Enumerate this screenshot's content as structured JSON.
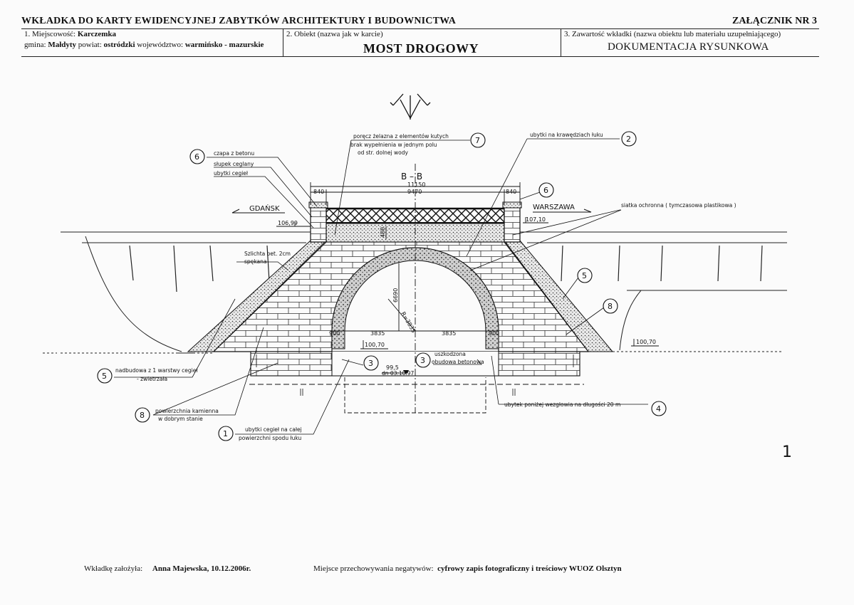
{
  "header": {
    "title": "WKŁADKA DO KARTY EWIDENCYJNEJ ZABYTKÓW ARCHITEKTURY I BUDOWNICTWA",
    "annex": "ZAŁĄCZNIK NR 3",
    "col1_label": "1. Miejscowość:",
    "col1_value": "Karczemka",
    "gmina_label": "gmina:",
    "gmina_value": "Małdyty",
    "powiat_label": "powiat:",
    "powiat_value": "ostródzki",
    "woj_label": "województwo:",
    "woj_value": "warmińsko - mazurskie",
    "col2_label": "2. Obiekt (nazwa jak w karcie)",
    "col2_value": "MOST DROGOWY",
    "col3_label": "3. Zawartość wkładki (nazwa obiektu lub materiału uzupełniającego)",
    "col3_value": "DOKUMENTACJA RYSUNKOWA"
  },
  "drawing": {
    "section": "B – B",
    "dim_total": "11150",
    "dim_inner": "9470",
    "dim_left": "840",
    "dim_right": "840",
    "dim_400": "400",
    "dim_6690": "6690",
    "dim_radius": "R=3835",
    "dim_half_left": "3835",
    "dim_half_right": "3835",
    "dim_900_left": "900",
    "dim_900_right": "900",
    "level_left": "106,99",
    "level_right": "107,10",
    "level_arch": "100,70",
    "level_ground": "100,70",
    "level_water": "99,5",
    "level_bottom": "dn 03.10.97",
    "city_left": "GDAŃSK",
    "city_right": "WARSZAWA",
    "n1": "1",
    "n2": "2",
    "n3a": "3",
    "n3b": "3",
    "n4": "4",
    "n5a": "5",
    "n5b": "5",
    "n6a": "6",
    "n6b": "6",
    "n7": "7",
    "n8a": "8",
    "n8b": "8",
    "note6_1": "czapa  z  betonu",
    "note6_2": "słupek  ceglany",
    "note6_3": "ubytki  cegieł",
    "note7_1": "poręcz żelazna z elementów kutych",
    "note7_2": "brak  wypełnienia  w  jednym  polu",
    "note7_3": "od  str.  dolnej  wody",
    "note2": "ubytki  na  krawędziach  łuku",
    "note_siatka": "siatka  ochronna    ( tymczasowa  plastikowa )",
    "note_sciek_1": "Szlichta  bet.  2cm",
    "note_sciek_2": "spękana",
    "note5_1": "nadbudowa  z  1  warstwy  cegieł",
    "note5_2": "-  zwietrzała",
    "note8_1": "powierzchnia  kamienna",
    "note8_2": "w  dobrym  stanie",
    "note1_1": "ubytki  cegieł  na  całej",
    "note1_2": "powierzchni  spodu  łuku",
    "note3_1": "uszkodzona",
    "note3_2": "obudowa  betonowa",
    "note4": "ubytek  poniżej  wezgłowia  na  długości    20   m",
    "page_number": "1"
  },
  "footer": {
    "author_label": "Wkładkę założyła:",
    "author_value": "Anna Majewska, 10.12.2006r.",
    "storage_label": "Miejsce przechowywania negatywów:",
    "storage_value": "cyfrowy zapis fotograficzny i treściowy WUOZ Olsztyn"
  }
}
